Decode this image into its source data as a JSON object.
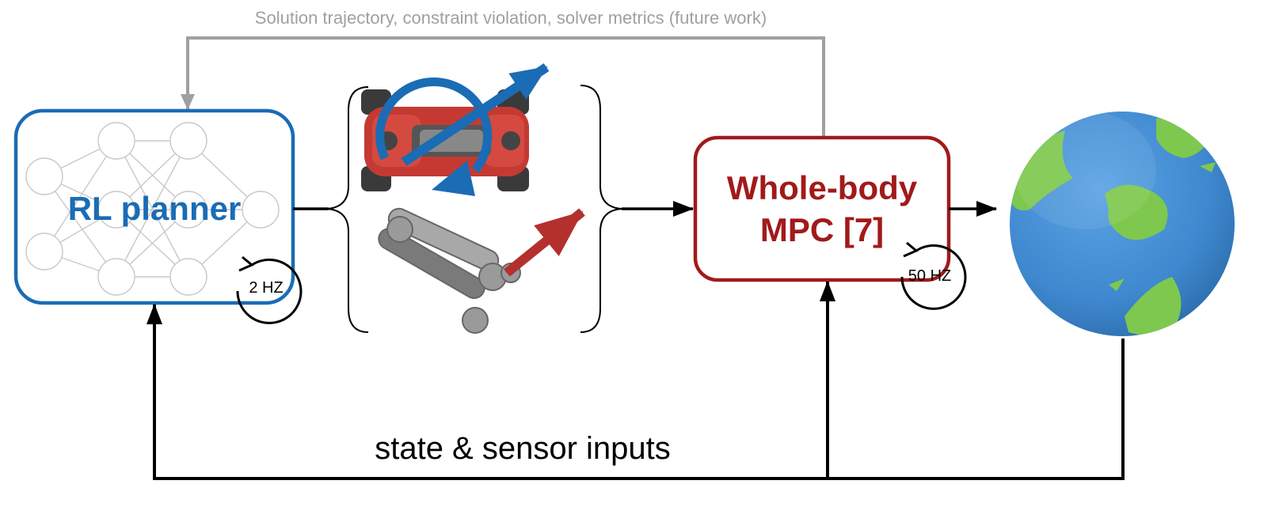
{
  "diagram": {
    "feedback_label": "Solution trajectory, constraint violation, solver metrics (future work)",
    "rl_planner": {
      "title": "RL planner",
      "rate": "2 HZ"
    },
    "mpc": {
      "title_line1": "Whole-body",
      "title_line2": "MPC [7]",
      "rate": "50 HZ"
    },
    "state_label": "state & sensor inputs",
    "world_icon": "earth-globe-icon",
    "robot_base_icon": "quadruped-robot-topview-icon",
    "robot_arm_icon": "robot-arm-icon"
  },
  "colors": {
    "rl_blue": "#1a6cb5",
    "mpc_red": "#a11a1a",
    "feedback_gray": "#a0a0a0",
    "arrow_red": "#b3302d"
  }
}
